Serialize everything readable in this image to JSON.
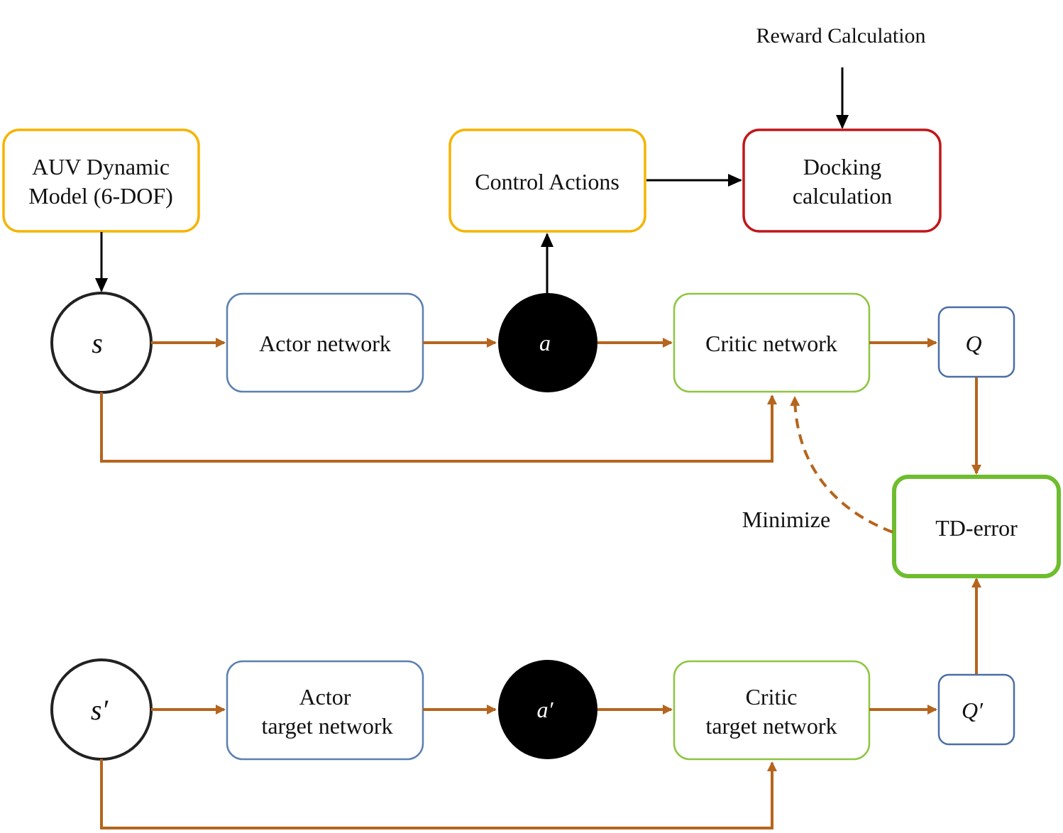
{
  "colors": {
    "flow": "#b5651d",
    "control": "#000000",
    "env_border": "#f5b400",
    "docking_border": "#c0171b",
    "actor_border": "#5b80b0",
    "critic_border": "#8dc640",
    "td_border": "#6ebd2e",
    "q_border": "#4a6fa5",
    "node_fill": "#000000",
    "node_text_dark": "#ffffff"
  },
  "labels": {
    "reward_calculation": "Reward Calculation",
    "auv_model": [
      "AUV Dynamic",
      "Model (6-DOF)"
    ],
    "control_actions": "Control Actions",
    "docking": [
      "Docking",
      "calculation"
    ],
    "state": "s",
    "actor_network": "Actor network",
    "action": "a",
    "critic_network": "Critic network",
    "q": "Q",
    "minimize": "Minimize",
    "td_error": "TD-error",
    "next_state": "s′",
    "actor_target": [
      "Actor",
      "target network"
    ],
    "next_action": "a′",
    "critic_target": [
      "Critic",
      "target network"
    ],
    "q_prime": "Q′"
  }
}
